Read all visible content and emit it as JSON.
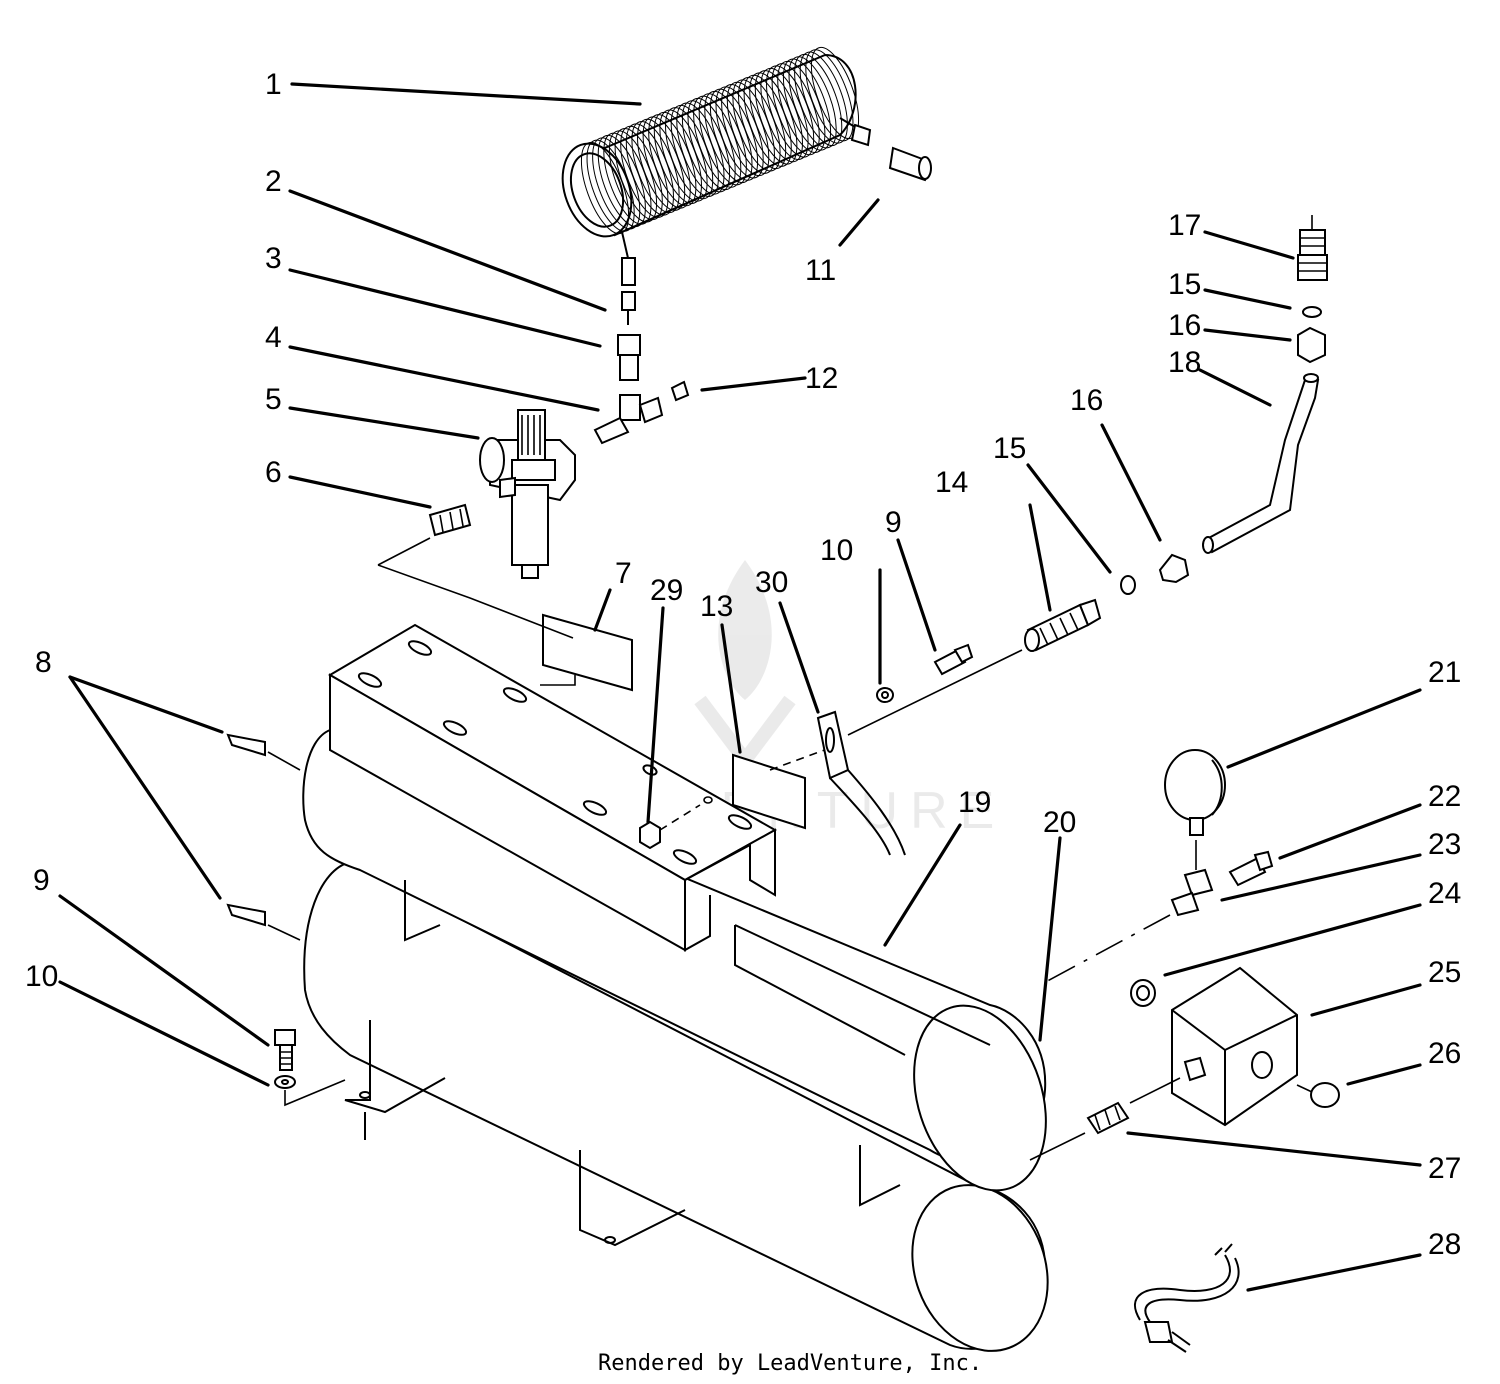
{
  "callouts": [
    "1",
    "2",
    "3",
    "4",
    "5",
    "6",
    "7",
    "8",
    "9",
    "10",
    "11",
    "12",
    "13",
    "14",
    "15",
    "16",
    "17",
    "18",
    "19",
    "20",
    "21",
    "22",
    "23",
    "24",
    "25",
    "26",
    "27",
    "28",
    "29",
    "30"
  ],
  "repeat_callouts": {
    "c9b": "9",
    "c10b": "10",
    "c15b": "15",
    "c16b": "16"
  },
  "watermark": "LEADVENTURE",
  "footer": "Rendered by LeadVenture, Inc."
}
